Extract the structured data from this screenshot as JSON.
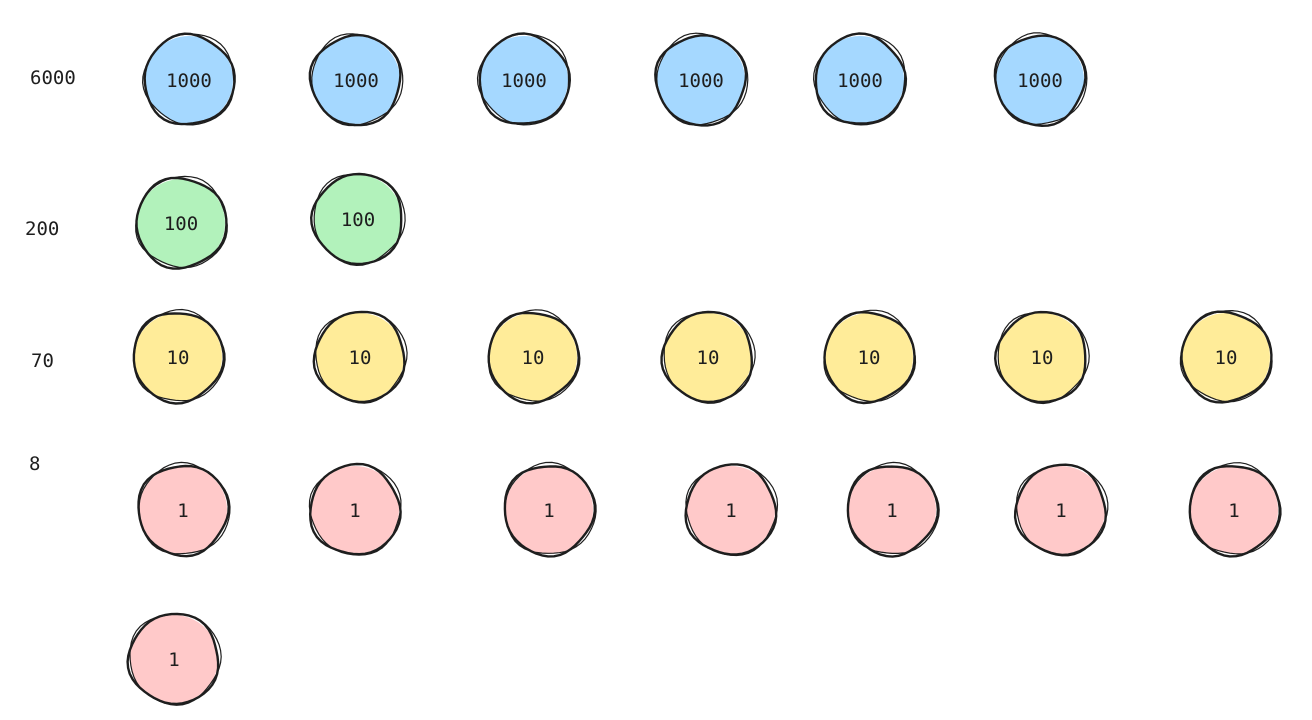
{
  "colors": {
    "thousand": "#a5d8ff",
    "hundred": "#b2f2bb",
    "ten": "#ffec99",
    "one": "#ffc9c9",
    "stroke": "#1e1e1e"
  },
  "rows": [
    {
      "label": "6000",
      "coin_value": "1000",
      "coin_kind": "thousand",
      "coins": [
        "1000",
        "1000",
        "1000",
        "1000",
        "1000",
        "1000"
      ]
    },
    {
      "label": "200",
      "coin_value": "100",
      "coin_kind": "hundred",
      "coins": [
        "100",
        "100"
      ]
    },
    {
      "label": "70",
      "coin_value": "10",
      "coin_kind": "ten",
      "coins": [
        "10",
        "10",
        "10",
        "10",
        "10",
        "10",
        "10"
      ]
    },
    {
      "label": "8",
      "coin_value": "1",
      "coin_kind": "one",
      "coins": [
        "1",
        "1",
        "1",
        "1",
        "1",
        "1",
        "1",
        "1"
      ]
    }
  ]
}
